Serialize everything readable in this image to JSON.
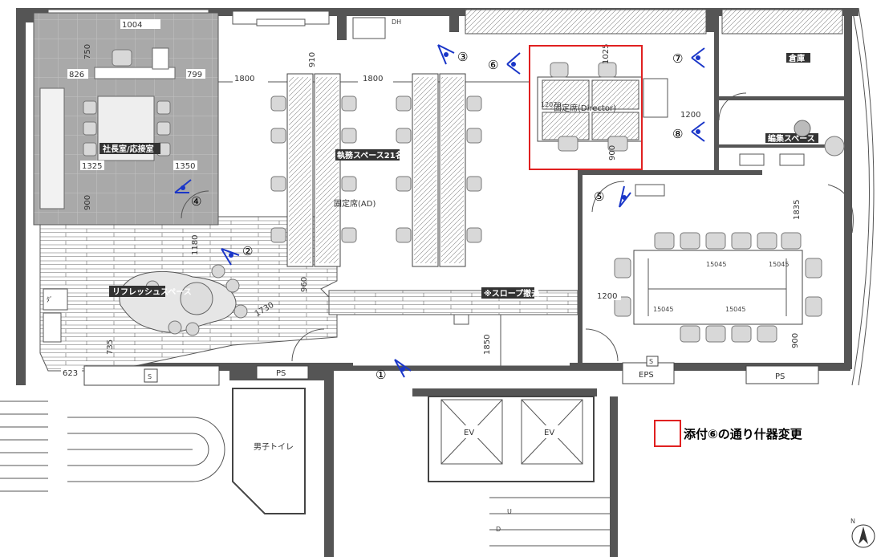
{
  "labels": {
    "president_room": "社長室/応接室",
    "work_space": "執務スペース21名",
    "fixed_seat_ad": "固定席(AD)",
    "fixed_seat_director": "固定席(Director)",
    "refresh_space": "リフレッシュスペース",
    "slope": "※スロープ撤去",
    "storage": "倉庫",
    "edit_space": "編集スペース",
    "ev1": "EV",
    "ev2": "EV",
    "mens_toilet": "男子トイレ",
    "ps1": "PS",
    "ps2": "PS",
    "eps": "EPS",
    "s1": "S",
    "s2": "S",
    "dh": "DH",
    "u": "U",
    "d": "D",
    "north": "N"
  },
  "dimensions": {
    "d1004": "1004",
    "d826": "826",
    "d799": "799",
    "d750": "750",
    "d1800a": "1800",
    "d1800b": "1800",
    "d910": "910",
    "d1025": "1025",
    "d1325": "1325",
    "d1350": "1350",
    "d900a": "900",
    "d900b": "900",
    "d1200a": "1200",
    "d1200b": "1200",
    "d1180": "1180",
    "d960": "960",
    "d1730": "1730",
    "d735": "735",
    "d623": "623",
    "d1850": "1850",
    "d1835": "1835",
    "d900c": "900",
    "t15045a": "15045",
    "t15045b": "15045",
    "t15045c": "15045",
    "t15045d": "15045",
    "t12070": "12070"
  },
  "viewpoints": [
    "①",
    "②",
    "③",
    "④",
    "⑤",
    "⑥",
    "⑦",
    "⑧"
  ],
  "legend": {
    "text": "添付⑥の通り什器変更",
    "box_color": "#e02020"
  },
  "colors": {
    "highlight": "#e02020",
    "eye_marker": "#1a36c8",
    "wall": "#555555",
    "president_floor": "#a9a9a9"
  }
}
